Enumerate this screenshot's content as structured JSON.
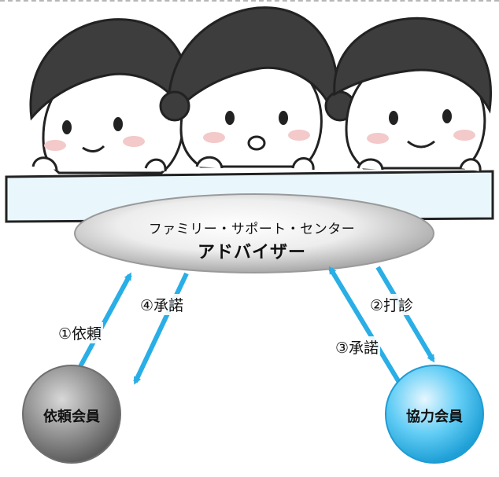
{
  "advisor": {
    "org": "ファミリー・サポート・センター",
    "role": "アドバイザー"
  },
  "steps": {
    "s1": "①依頼",
    "s2": "②打診",
    "s3": "③承諾",
    "s4": "④承諾"
  },
  "nodes": {
    "requester": "依頼会員",
    "helper": "協力会員"
  },
  "colors": {
    "arrow": "#29aee6",
    "requester_fill": "#8a8a8a",
    "helper_fill": "#55c6f2",
    "hub_fill": "#d4d4d4"
  },
  "icons": {
    "illustration": "three-children-peeking-illustration"
  }
}
